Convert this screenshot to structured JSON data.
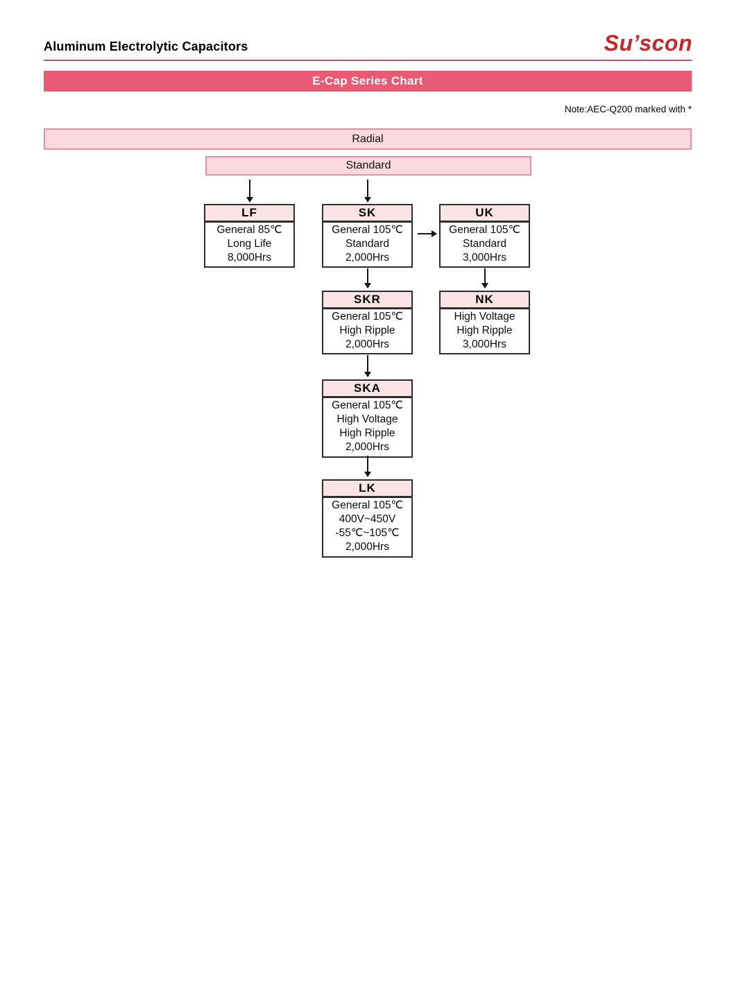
{
  "header": {
    "title": "Aluminum Electrolytic Capacitors",
    "brand": "Su’scon"
  },
  "banner": {
    "title": "E-Cap Series Chart"
  },
  "note": {
    "text": "Note:AEC-Q200 marked with *"
  },
  "chart": {
    "groups": {
      "radial": "Radial",
      "standard": "Standard"
    },
    "nodes": {
      "lf": {
        "code": "LF",
        "lines": [
          "General 85℃",
          "Long Life",
          "8,000Hrs"
        ]
      },
      "sk": {
        "code": "SK",
        "lines": [
          "General 105℃",
          "Standard",
          "2,000Hrs"
        ]
      },
      "uk": {
        "code": "UK",
        "lines": [
          "General 105℃",
          "Standard",
          "3,000Hrs"
        ]
      },
      "skr": {
        "code": "SKR",
        "lines": [
          "General 105℃",
          "High Ripple",
          "2,000Hrs"
        ]
      },
      "nk": {
        "code": "NK",
        "lines": [
          "High Voltage",
          "High Ripple",
          "3,000Hrs"
        ]
      },
      "ska": {
        "code": "SKA",
        "lines": [
          "General 105℃",
          "High Voltage",
          "High Ripple",
          "2,000Hrs"
        ]
      },
      "lk": {
        "code": "LK",
        "lines": [
          "General 105℃",
          "400V~450V",
          "-55℃~105℃",
          "2,000Hrs"
        ]
      }
    },
    "edges": [
      "standard->lf",
      "standard->sk",
      "sk->uk",
      "sk->skr",
      "uk->nk",
      "skr->ska",
      "ska->lk"
    ]
  },
  "colors": {
    "brand_red": "#c52828",
    "series_banner_bg": "#e95a74",
    "group_banner_bg": "#fbd9de",
    "group_banner_border": "#e88fa2",
    "node_header_bg": "#fae3e5",
    "node_border": "#2d2d2d",
    "header_rule": "#bb5168"
  }
}
